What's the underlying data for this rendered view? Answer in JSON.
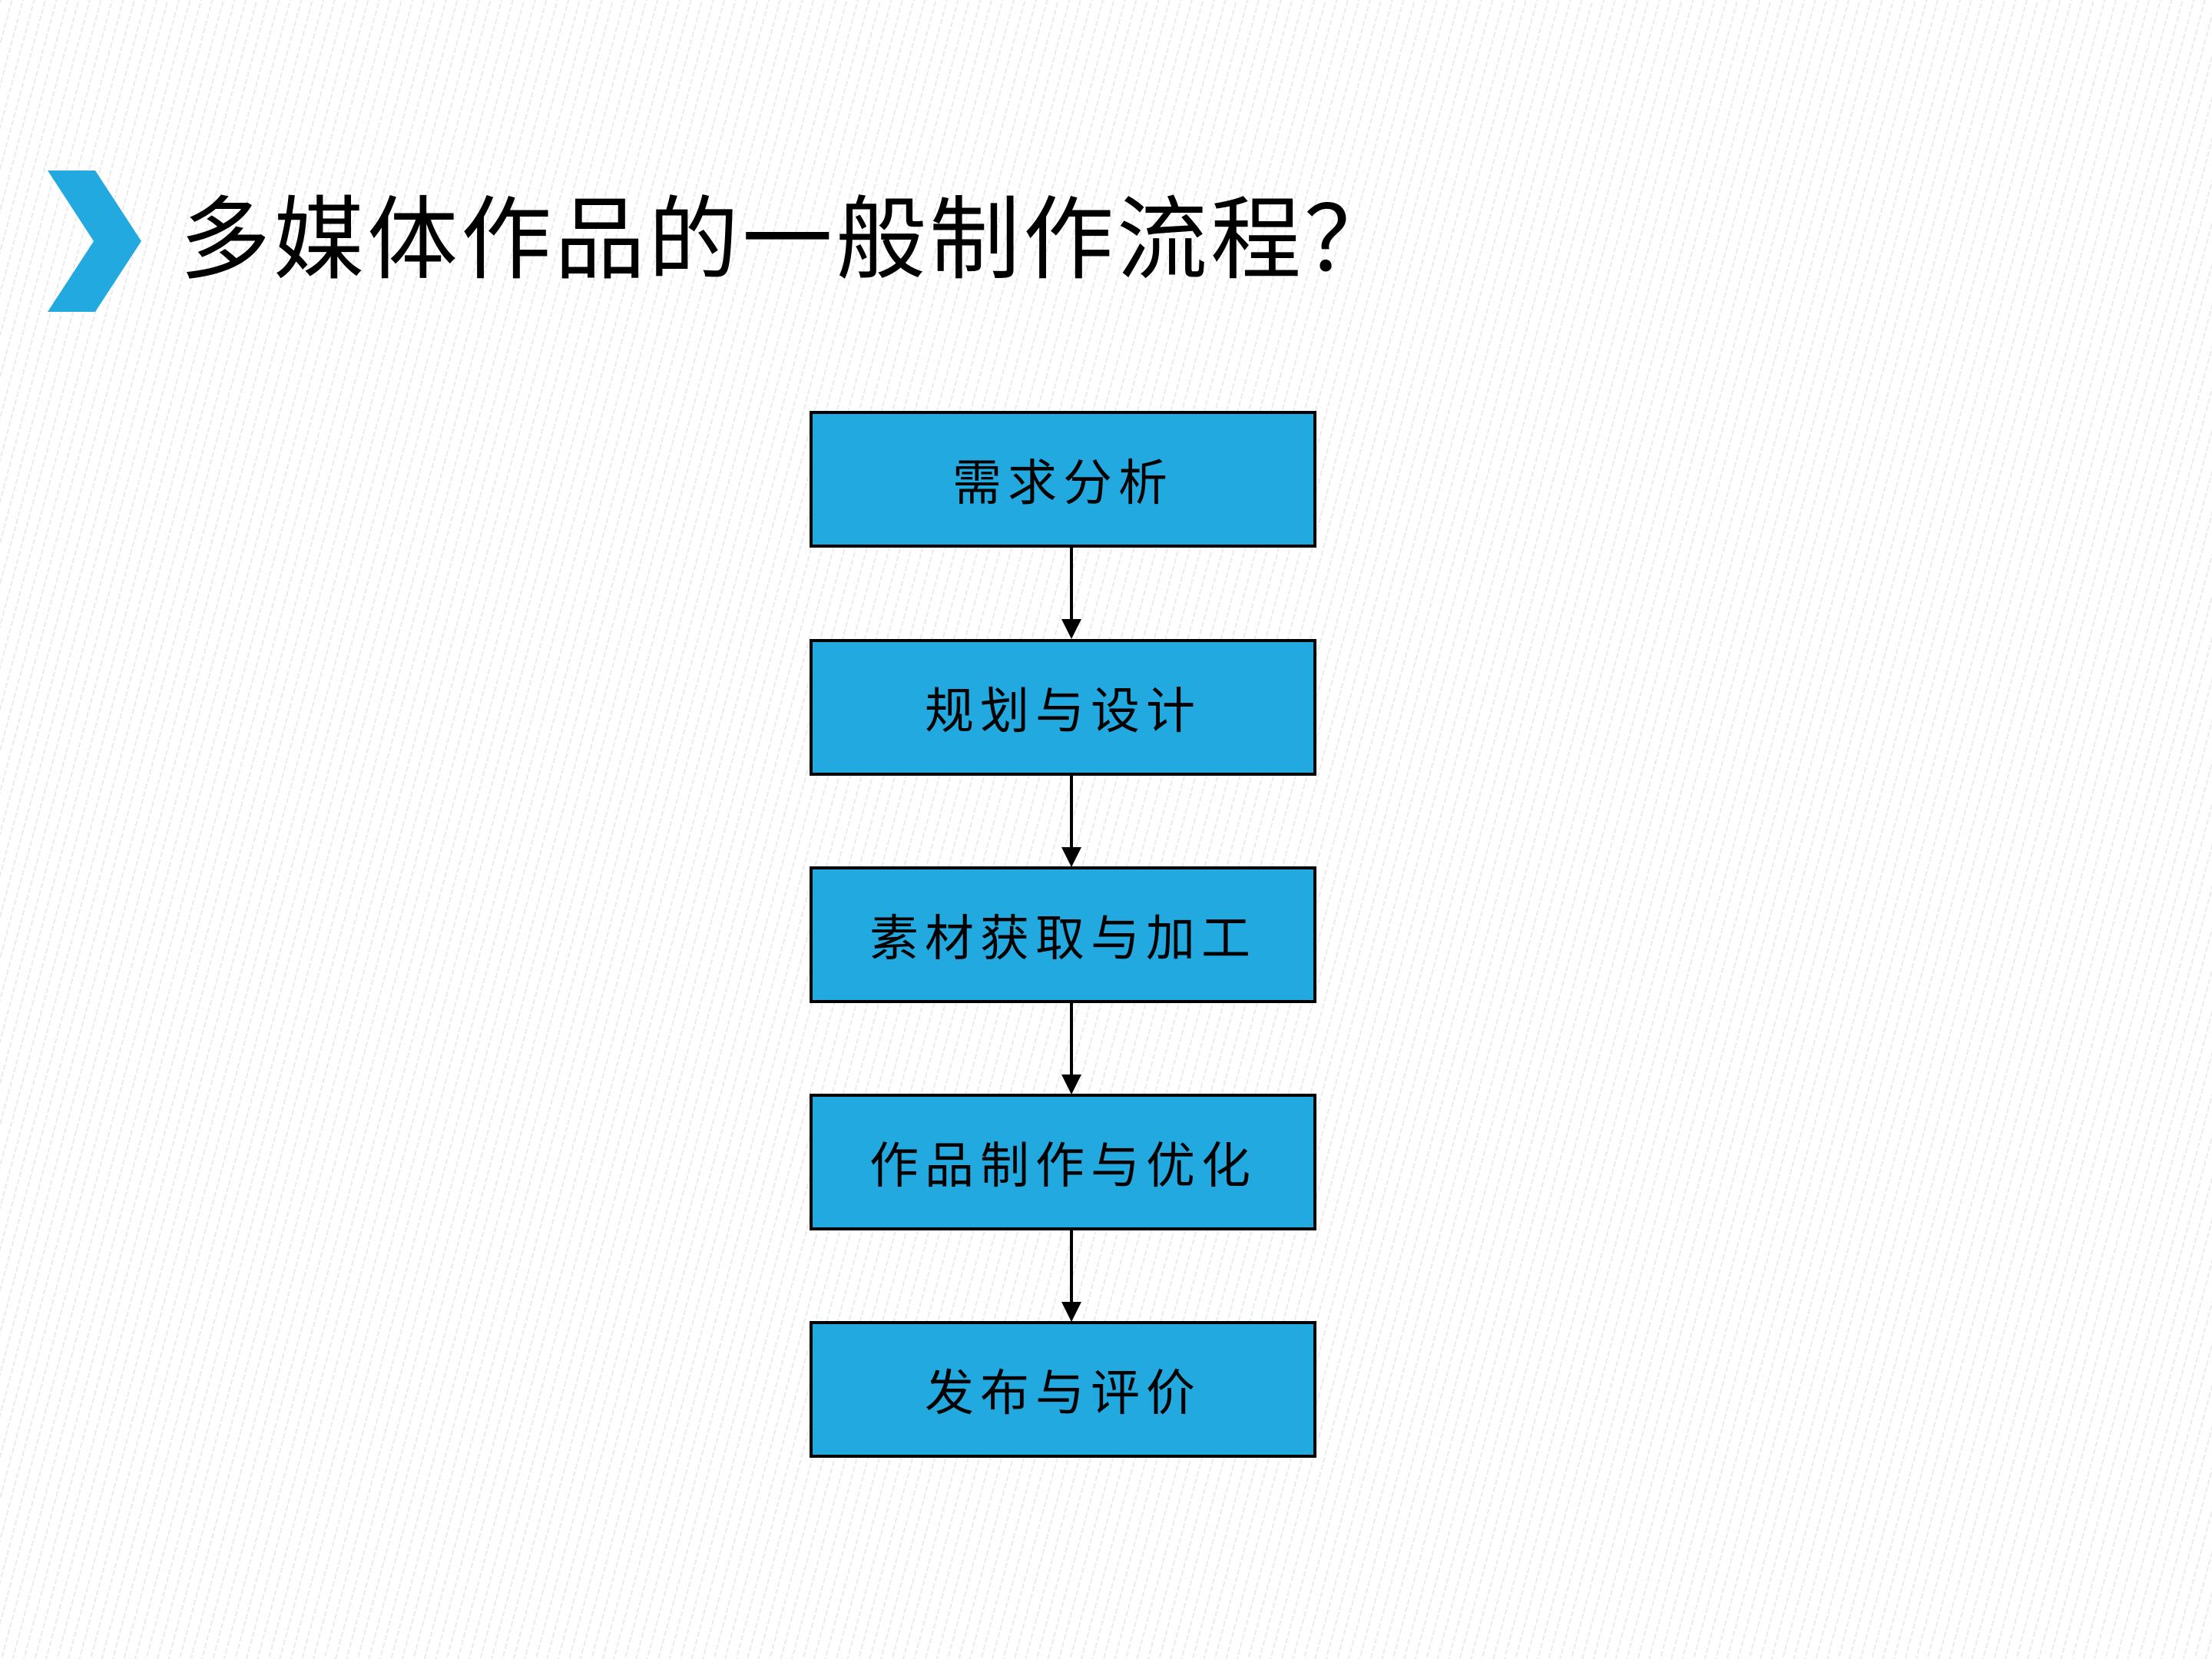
{
  "slide": {
    "title": "多媒体作品的一般制作流程？",
    "title_bullet_icon": "chevron-right-icon",
    "colors": {
      "accent_blue": "#22A9E0",
      "box_border": "#000000",
      "text": "#000000",
      "background": "#FFFFFF",
      "pattern_stripe": "#EBEBEB"
    },
    "flowchart": {
      "direction": "top-down",
      "connector": "down-arrow",
      "steps": [
        {
          "label": "需求分析"
        },
        {
          "label": "规划与设计"
        },
        {
          "label": "素材获取与加工"
        },
        {
          "label": "作品制作与优化"
        },
        {
          "label": "发布与评价"
        }
      ]
    }
  }
}
